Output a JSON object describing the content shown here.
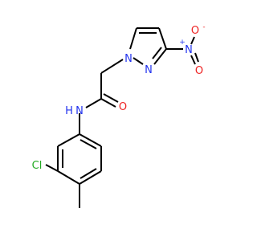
{
  "molecule": {
    "atoms": {
      "pyrazole_n1": {
        "symbol": "N",
        "color": "#2233ee"
      },
      "pyrazole_n2": {
        "symbol": "N",
        "color": "#2233ee"
      },
      "nitro_n": {
        "symbol": "N",
        "charge": "+",
        "color": "#2233ee"
      },
      "nitro_o1": {
        "symbol": "O",
        "charge": "-",
        "color": "#ee2222"
      },
      "nitro_o2": {
        "symbol": "O",
        "color": "#ee2222"
      },
      "carbonyl_o": {
        "symbol": "O",
        "color": "#ee2222"
      },
      "amide_nh": {
        "symbol": "NH",
        "color": "#2233ee",
        "prefix_symbol": "H",
        "prefix_color": "#2233ee"
      },
      "chlorine": {
        "symbol": "Cl",
        "color": "#22aa22"
      }
    },
    "bond_color": "#000000"
  }
}
